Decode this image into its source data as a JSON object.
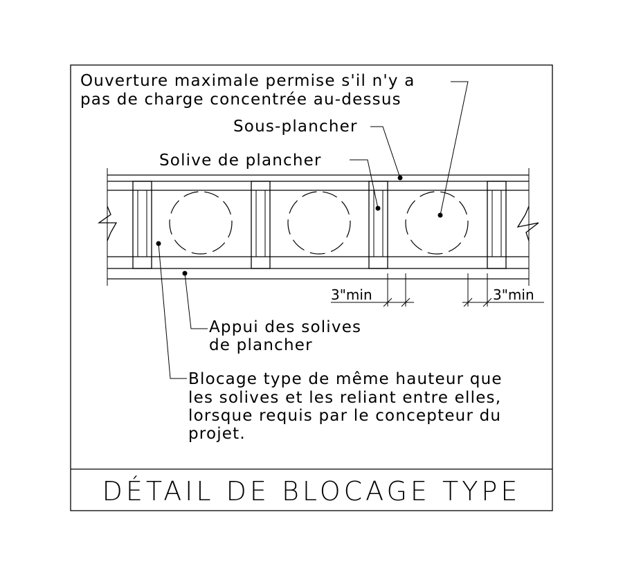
{
  "title": "DÉTAIL DE BLOCAGE TYPE",
  "labels": {
    "opening_line1": "Ouverture maximale permise s'il n'y a",
    "opening_line2": "pas de charge concentrée au-dessus",
    "subfloor": "Sous-plancher",
    "joist": "Solive de plancher",
    "bearing_line1": "Appui des solives",
    "bearing_line2": "de plancher",
    "blocking_line1": "Blocage type de même hauteur que",
    "blocking_line2": "les solives et les reliant entre elles,",
    "blocking_line3": "lorsque requis par le concepteur du",
    "blocking_line4": "projet."
  },
  "dimensions": {
    "left_clearance": "3\"min",
    "right_clearance": "3\"min"
  }
}
